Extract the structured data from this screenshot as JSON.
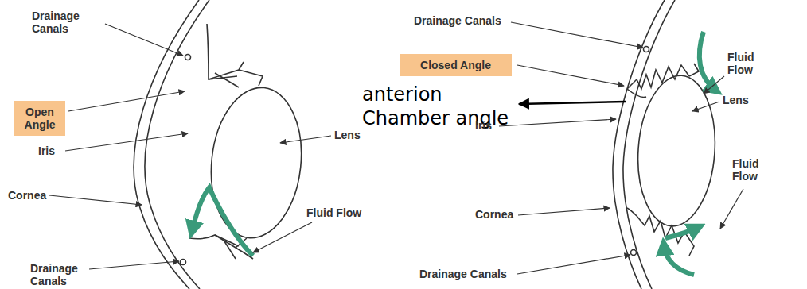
{
  "diagram": {
    "nodes": [
      {
        "text": [
          "Open Angle"
        ]
      },
      {
        "text": [
          "Closed Angle"
        ]
      }
    ],
    "labels": [
      "Drainage Canals",
      "Iris",
      "Cornea",
      "Lens",
      "Fluid Flow",
      "Drainage Canals",
      "Drainage Canals",
      "anterion Chamber angle",
      "Fluid Flow",
      "Lens",
      "Iris",
      "Fluid Flow",
      "Cornea",
      "Drainage Canals"
    ]
  }
}
